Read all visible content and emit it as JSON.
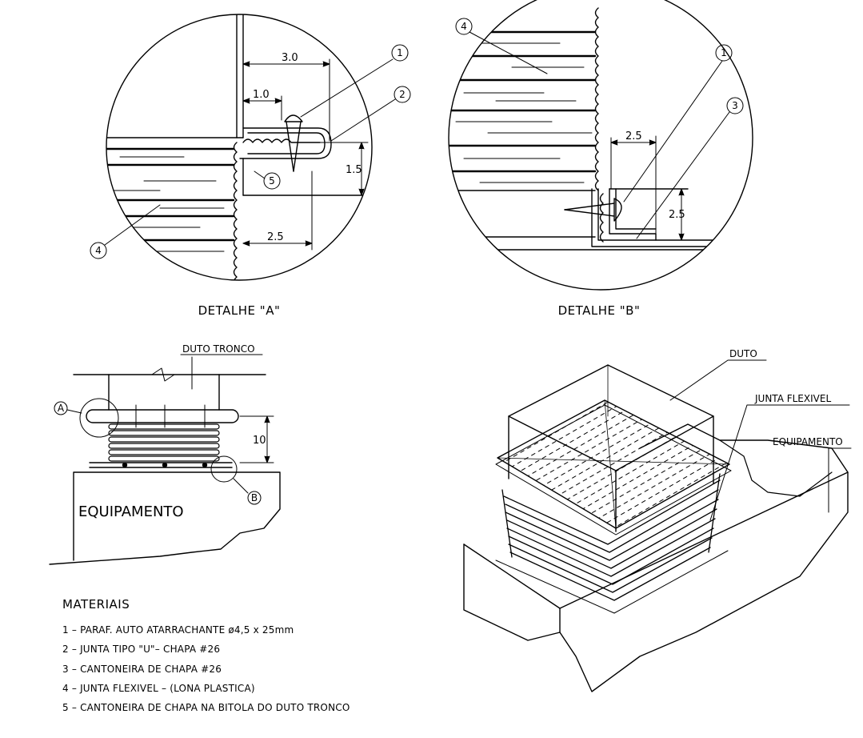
{
  "detail_a": {
    "caption": "DETALHE \"A\"",
    "dim_top": "3.0",
    "dim_inner": "1.0",
    "dim_vertical": "1.5",
    "dim_bottom": "2.5",
    "callouts": [
      "1",
      "2",
      "5",
      "4"
    ]
  },
  "detail_b": {
    "caption": "DETALHE \"B\"",
    "dim_horizontal": "2.5",
    "dim_vertical": "2.5",
    "callouts": [
      "4",
      "1",
      "3"
    ]
  },
  "section": {
    "duct_label": "DUTO TRONCO",
    "dim_height": "10",
    "marker_a": "A",
    "marker_b": "B",
    "equipment_label": "EQUIPAMENTO"
  },
  "isometric": {
    "duct_label": "DUTO",
    "joint_label": "JUNTA FLEXIVEL",
    "equipment_label": "EQUIPAMENTO"
  },
  "materials": {
    "title": "MATERIAIS",
    "items": [
      "1 – PARAF. AUTO ATARRACHANTE ø4,5 x 25mm",
      "2 – JUNTA TIPO \"U\"– CHAPA #26",
      "3 – CANTONEIRA DE CHAPA #26",
      "4 – JUNTA FLEXIVEL – (LONA PLASTICA)",
      "5 – CANTONEIRA DE CHAPA NA BITOLA DO DUTO TRONCO"
    ]
  }
}
